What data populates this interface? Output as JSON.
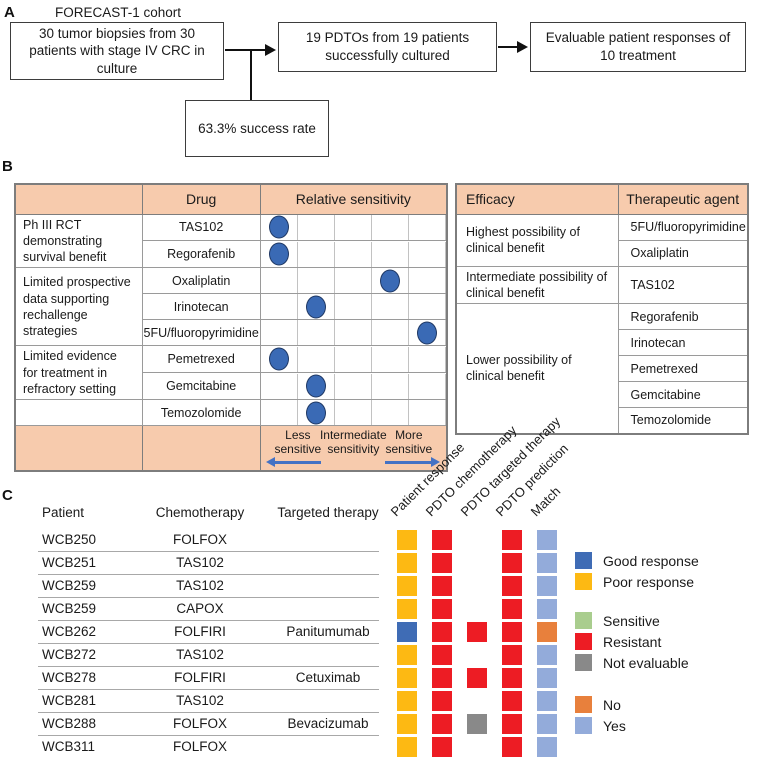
{
  "panelA": {
    "label": "A",
    "title": "FORECAST-1 cohort",
    "box1": "30 tumor biopsies from 30 patients with stage IV CRC in culture",
    "box2": "19 PDTOs from 19 patients successfully cultured",
    "box3": "Evaluable patient responses of 10 treatment",
    "success_box": "63.3% success rate"
  },
  "panelB": {
    "label": "B",
    "left_table": {
      "header_drug": "Drug",
      "header_sensitivity": "Relative sensitivity",
      "groups": [
        {
          "label": "Ph III RCT demonstrating survival benefit"
        },
        {
          "label": "Limited prospective data supporting rechallenge strategies"
        },
        {
          "label": "Limited evidence for treatment in refractory setting"
        },
        {
          "label": ""
        }
      ],
      "rows": [
        {
          "drug": "TAS102",
          "dot_col": 1
        },
        {
          "drug": "Regorafenib",
          "dot_col": 1
        },
        {
          "drug": "Oxaliplatin",
          "dot_col": 4
        },
        {
          "drug": "Irinotecan",
          "dot_col": 2
        },
        {
          "drug": "5FU/fluoropyrimidine",
          "dot_col": 5
        },
        {
          "drug": "Pemetrexed",
          "dot_col": 1
        },
        {
          "drug": "Gemcitabine",
          "dot_col": 2
        },
        {
          "drug": "Temozolomide",
          "dot_col": 2
        }
      ],
      "scale": {
        "less": "Less sensitive",
        "intermediate": "Intermediate sensitivity",
        "more": "More sensitive"
      }
    },
    "right_table": {
      "header_efficacy": "Efficacy",
      "header_agent": "Therapeutic agent",
      "groups": [
        {
          "label": "Highest possibility of clinical benefit",
          "agents": [
            "5FU/fluoropyrimidine",
            "Oxaliplatin"
          ]
        },
        {
          "label": "Intermediate possibility of clinical benefit",
          "agents": [
            "TAS102"
          ]
        },
        {
          "label": "Lower possibility of clinical benefit",
          "agents": [
            "Regorafenib",
            "Irinotecan",
            "Pemetrexed",
            "Gemcitabine",
            "Temozolomide"
          ]
        }
      ]
    }
  },
  "panelC": {
    "label": "C",
    "columns": {
      "patient": "Patient",
      "chemotherapy": "Chemotherapy",
      "targeted": "Targeted therapy"
    },
    "matrix_columns": [
      "Patient response",
      "PDTO chemotherapy",
      "PDTO targeted therapy",
      "PDTO prediction",
      "Match"
    ],
    "rows": [
      {
        "patient": "WCB250",
        "chemotherapy": "FOLFOX",
        "targeted": "",
        "cells": [
          "poor",
          "resistant",
          null,
          "resistant",
          "yes"
        ]
      },
      {
        "patient": "WCB251",
        "chemotherapy": "TAS102",
        "targeted": "",
        "cells": [
          "poor",
          "resistant",
          null,
          "resistant",
          "yes"
        ]
      },
      {
        "patient": "WCB259",
        "chemotherapy": "TAS102",
        "targeted": "",
        "cells": [
          "poor",
          "resistant",
          null,
          "resistant",
          "yes"
        ]
      },
      {
        "patient": "WCB259",
        "chemotherapy": "CAPOX",
        "targeted": "",
        "cells": [
          "poor",
          "resistant",
          null,
          "resistant",
          "yes"
        ]
      },
      {
        "patient": "WCB262",
        "chemotherapy": "FOLFIRI",
        "targeted": "Panitumumab",
        "cells": [
          "good",
          "resistant",
          "resistant",
          "resistant",
          "no"
        ]
      },
      {
        "patient": "WCB272",
        "chemotherapy": "TAS102",
        "targeted": "",
        "cells": [
          "poor",
          "resistant",
          null,
          "resistant",
          "yes"
        ]
      },
      {
        "patient": "WCB278",
        "chemotherapy": "FOLFIRI",
        "targeted": "Cetuximab",
        "cells": [
          "poor",
          "resistant",
          "resistant",
          "resistant",
          "yes"
        ]
      },
      {
        "patient": "WCB281",
        "chemotherapy": "TAS102",
        "targeted": "",
        "cells": [
          "poor",
          "resistant",
          null,
          "resistant",
          "yes"
        ]
      },
      {
        "patient": "WCB288",
        "chemotherapy": "FOLFOX",
        "targeted": "Bevacizumab",
        "cells": [
          "poor",
          "resistant",
          "not_evaluable",
          "resistant",
          "yes"
        ]
      },
      {
        "patient": "WCB311",
        "chemotherapy": "FOLFOX",
        "targeted": "",
        "cells": [
          "poor",
          "resistant",
          null,
          "resistant",
          "yes"
        ]
      }
    ],
    "legend": [
      {
        "items": [
          {
            "key": "good",
            "label": "Good response"
          },
          {
            "key": "poor",
            "label": "Poor response"
          }
        ]
      },
      {
        "items": [
          {
            "key": "sensitive",
            "label": "Sensitive"
          },
          {
            "key": "resistant",
            "label": "Resistant"
          },
          {
            "key": "not_evaluable",
            "label": "Not evaluable"
          }
        ]
      },
      {
        "items": [
          {
            "key": "no",
            "label": "No"
          },
          {
            "key": "yes",
            "label": "Yes"
          }
        ]
      }
    ]
  },
  "colors": {
    "good": "#3f6cb5",
    "poor": "#fdb913",
    "sensitive": "#a9cd8e",
    "resistant": "#ed1c24",
    "not_evaluable": "#898989",
    "no": "#e8803c",
    "yes": "#93abda",
    "header_fill": "#f7cbad",
    "dot_fill": "#3a6ab5",
    "arrow_blue": "#4472c4"
  }
}
